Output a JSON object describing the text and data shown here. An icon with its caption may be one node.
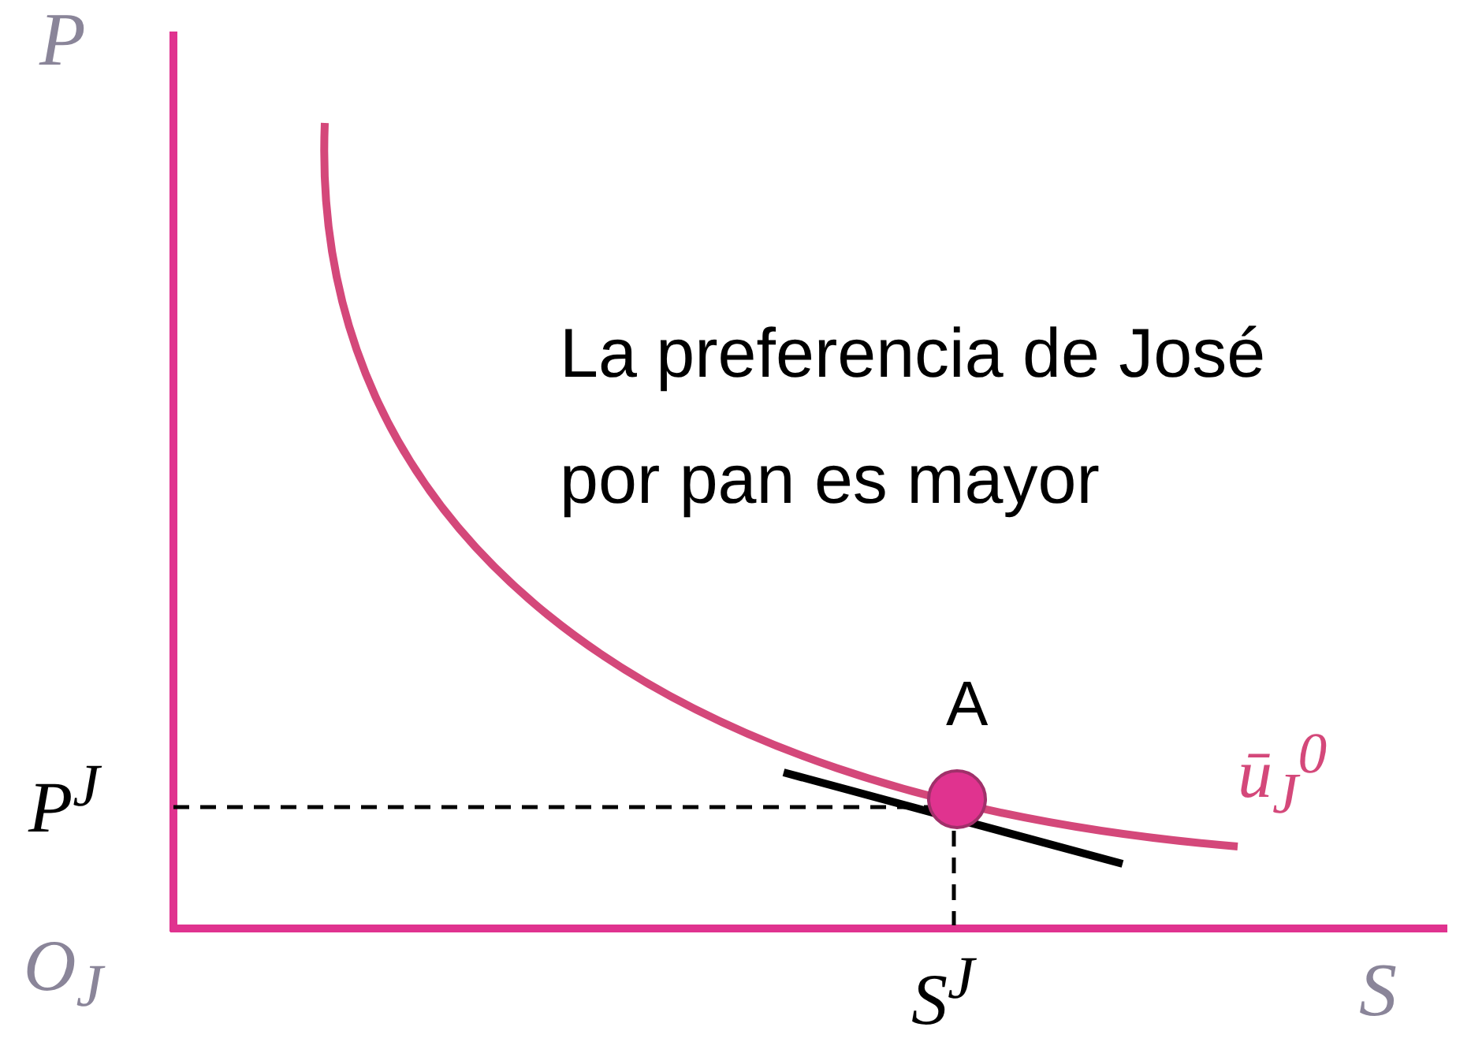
{
  "diagram": {
    "labels": [
      "P",
      "La preferencia de José por pan es mayor",
      "A",
      "ū$_{J}$$^{0}$",
      "P$^{J}$",
      "O$_{J}$",
      "S$^{J}$",
      "S"
    ]
  }
}
